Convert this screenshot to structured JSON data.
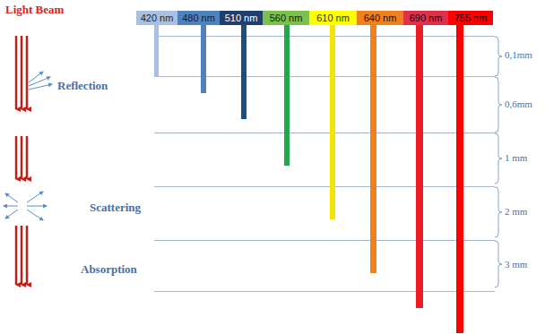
{
  "diagram": {
    "nodes": [
      {
        "text": [
          "420 nm"
        ]
      },
      {
        "text": [
          "480 nm"
        ]
      },
      {
        "text": [
          "510 nm"
        ]
      },
      {
        "text": [
          "560 nm"
        ]
      },
      {
        "text": [
          "610 nm"
        ]
      },
      {
        "text": [
          "640 nm"
        ]
      },
      {
        "text": [
          "690 nm"
        ]
      },
      {
        "text": [
          "755 nm"
        ]
      }
    ],
    "labels": [
      "Light Beam",
      "Reflection",
      "Scattering",
      "Absorption",
      "0,1mm",
      "0,6mm",
      "1 mm",
      "2 mm",
      "3 mm"
    ]
  }
}
